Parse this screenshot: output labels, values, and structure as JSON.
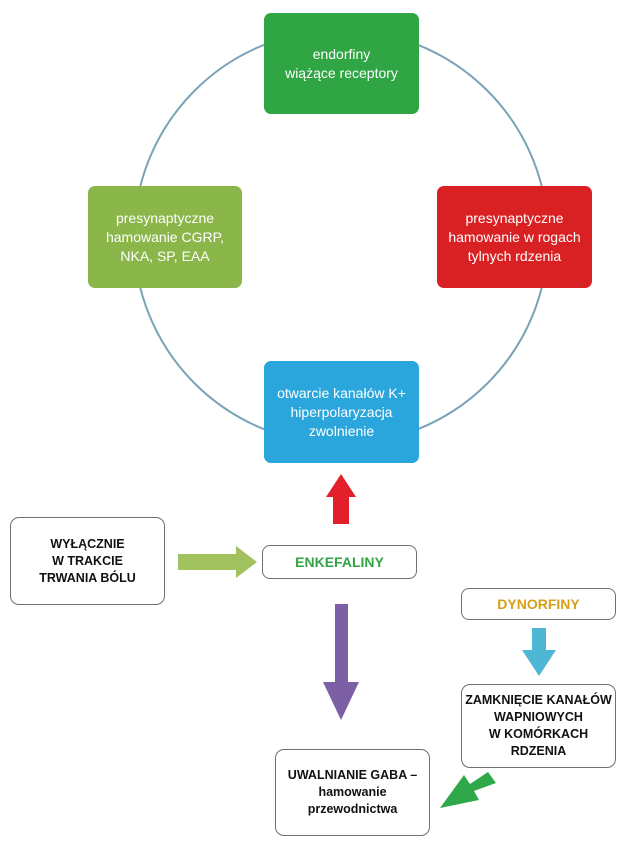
{
  "cycle": {
    "top": [
      "endorfiny",
      "wiążące receptory"
    ],
    "right": [
      "presynaptyczne",
      "hamowanie w rogach",
      "tylnych rdzenia"
    ],
    "bottom": [
      "otwarcie kanałów K+",
      "hiperpolaryzacja",
      "zwolnienie"
    ],
    "left": [
      "presynaptyczne",
      "hamowanie CGRP,",
      "NKA, SP, EAA"
    ]
  },
  "only_during_pain": [
    "WYŁĄCZNIE",
    "W TRAKCIE",
    "TRWANIA BÓLU"
  ],
  "enkephalins": "ENKEFALINY",
  "dynorphins": "DYNORFINY",
  "calcium_channels": [
    "ZAMKNIĘCIE KANAŁÓW",
    "WAPNIOWYCH",
    "W KOMÓRKACH",
    "RDZENIA"
  ],
  "gaba": [
    "UWALNIANIE GABA –",
    "hamowanie",
    "przewodnictwa"
  ],
  "colors": {
    "circle": "#7aa3b8",
    "top_box": "#2fa543",
    "right_box": "#d92124",
    "bottom_box": "#2aa6dc",
    "left_box": "#8ab64a",
    "enkephalins_text": "#2fa543",
    "dynorphins_text": "#d4a017",
    "arrow_green_light": "#a2c260",
    "arrow_red": "#e3202a",
    "arrow_purple": "#7d5fa6",
    "arrow_cyan": "#4fb7d6",
    "arrow_green_dark": "#2fa84a"
  }
}
